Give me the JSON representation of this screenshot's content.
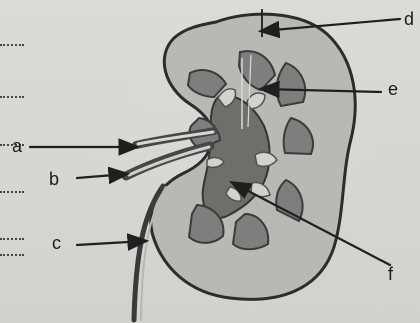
{
  "labels": {
    "a": "a",
    "b": "b",
    "c": "c",
    "d": "d",
    "e": "e",
    "f": "f"
  },
  "colors": {
    "cortex": "#b9b8b4",
    "medulla": "#7f7e7b",
    "pelvis": "#6f6e6b",
    "outline": "#2c2c2c"
  }
}
